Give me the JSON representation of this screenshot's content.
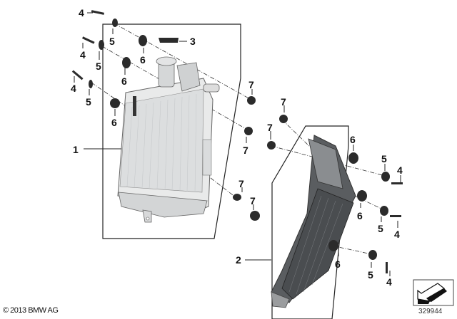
{
  "callouts": {
    "radiator": "1",
    "oil_cooler": "2",
    "cap": "3",
    "screw": "4",
    "washer": "5",
    "grommet": "6",
    "nut": "7"
  },
  "footer": {
    "copyright": "© 2013 BMW AG",
    "diagram_number": "329944"
  }
}
